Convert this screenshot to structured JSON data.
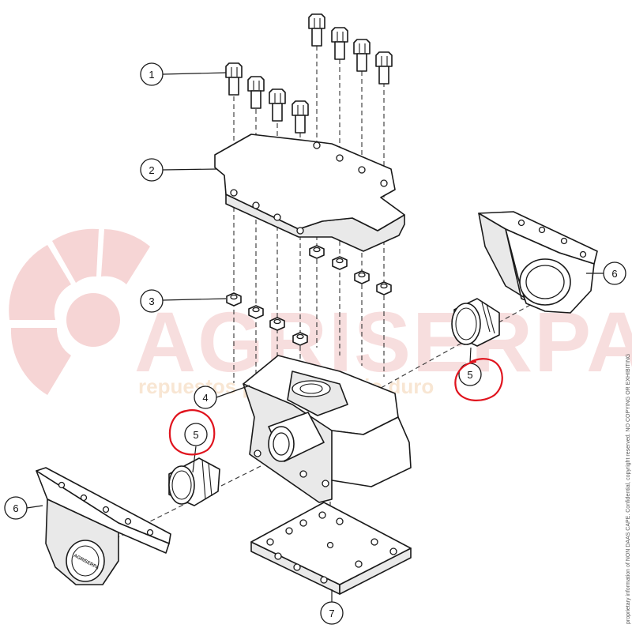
{
  "figure": {
    "callouts": [
      {
        "id": "1",
        "label": "1"
      },
      {
        "id": "2",
        "label": "2"
      },
      {
        "id": "3",
        "label": "3"
      },
      {
        "id": "4",
        "label": "4"
      },
      {
        "id": "5a",
        "label": "5"
      },
      {
        "id": "5b",
        "label": "5"
      },
      {
        "id": "6a",
        "label": "6"
      },
      {
        "id": "6b",
        "label": "6"
      },
      {
        "id": "7",
        "label": "7"
      }
    ],
    "highlight_color": "#e0141e",
    "line_color": "#1a1a1a"
  },
  "watermark": {
    "brand": "AGRISERPA",
    "tagline": "repuestos para el trabajo duro",
    "color": "#f3c9c9"
  },
  "plate_marking": "AGRISERPA",
  "side_note": "proprietary information of NON DAAS CAPE. Confidential, copyright reserved. NO COPYING OR EXHIBITING"
}
